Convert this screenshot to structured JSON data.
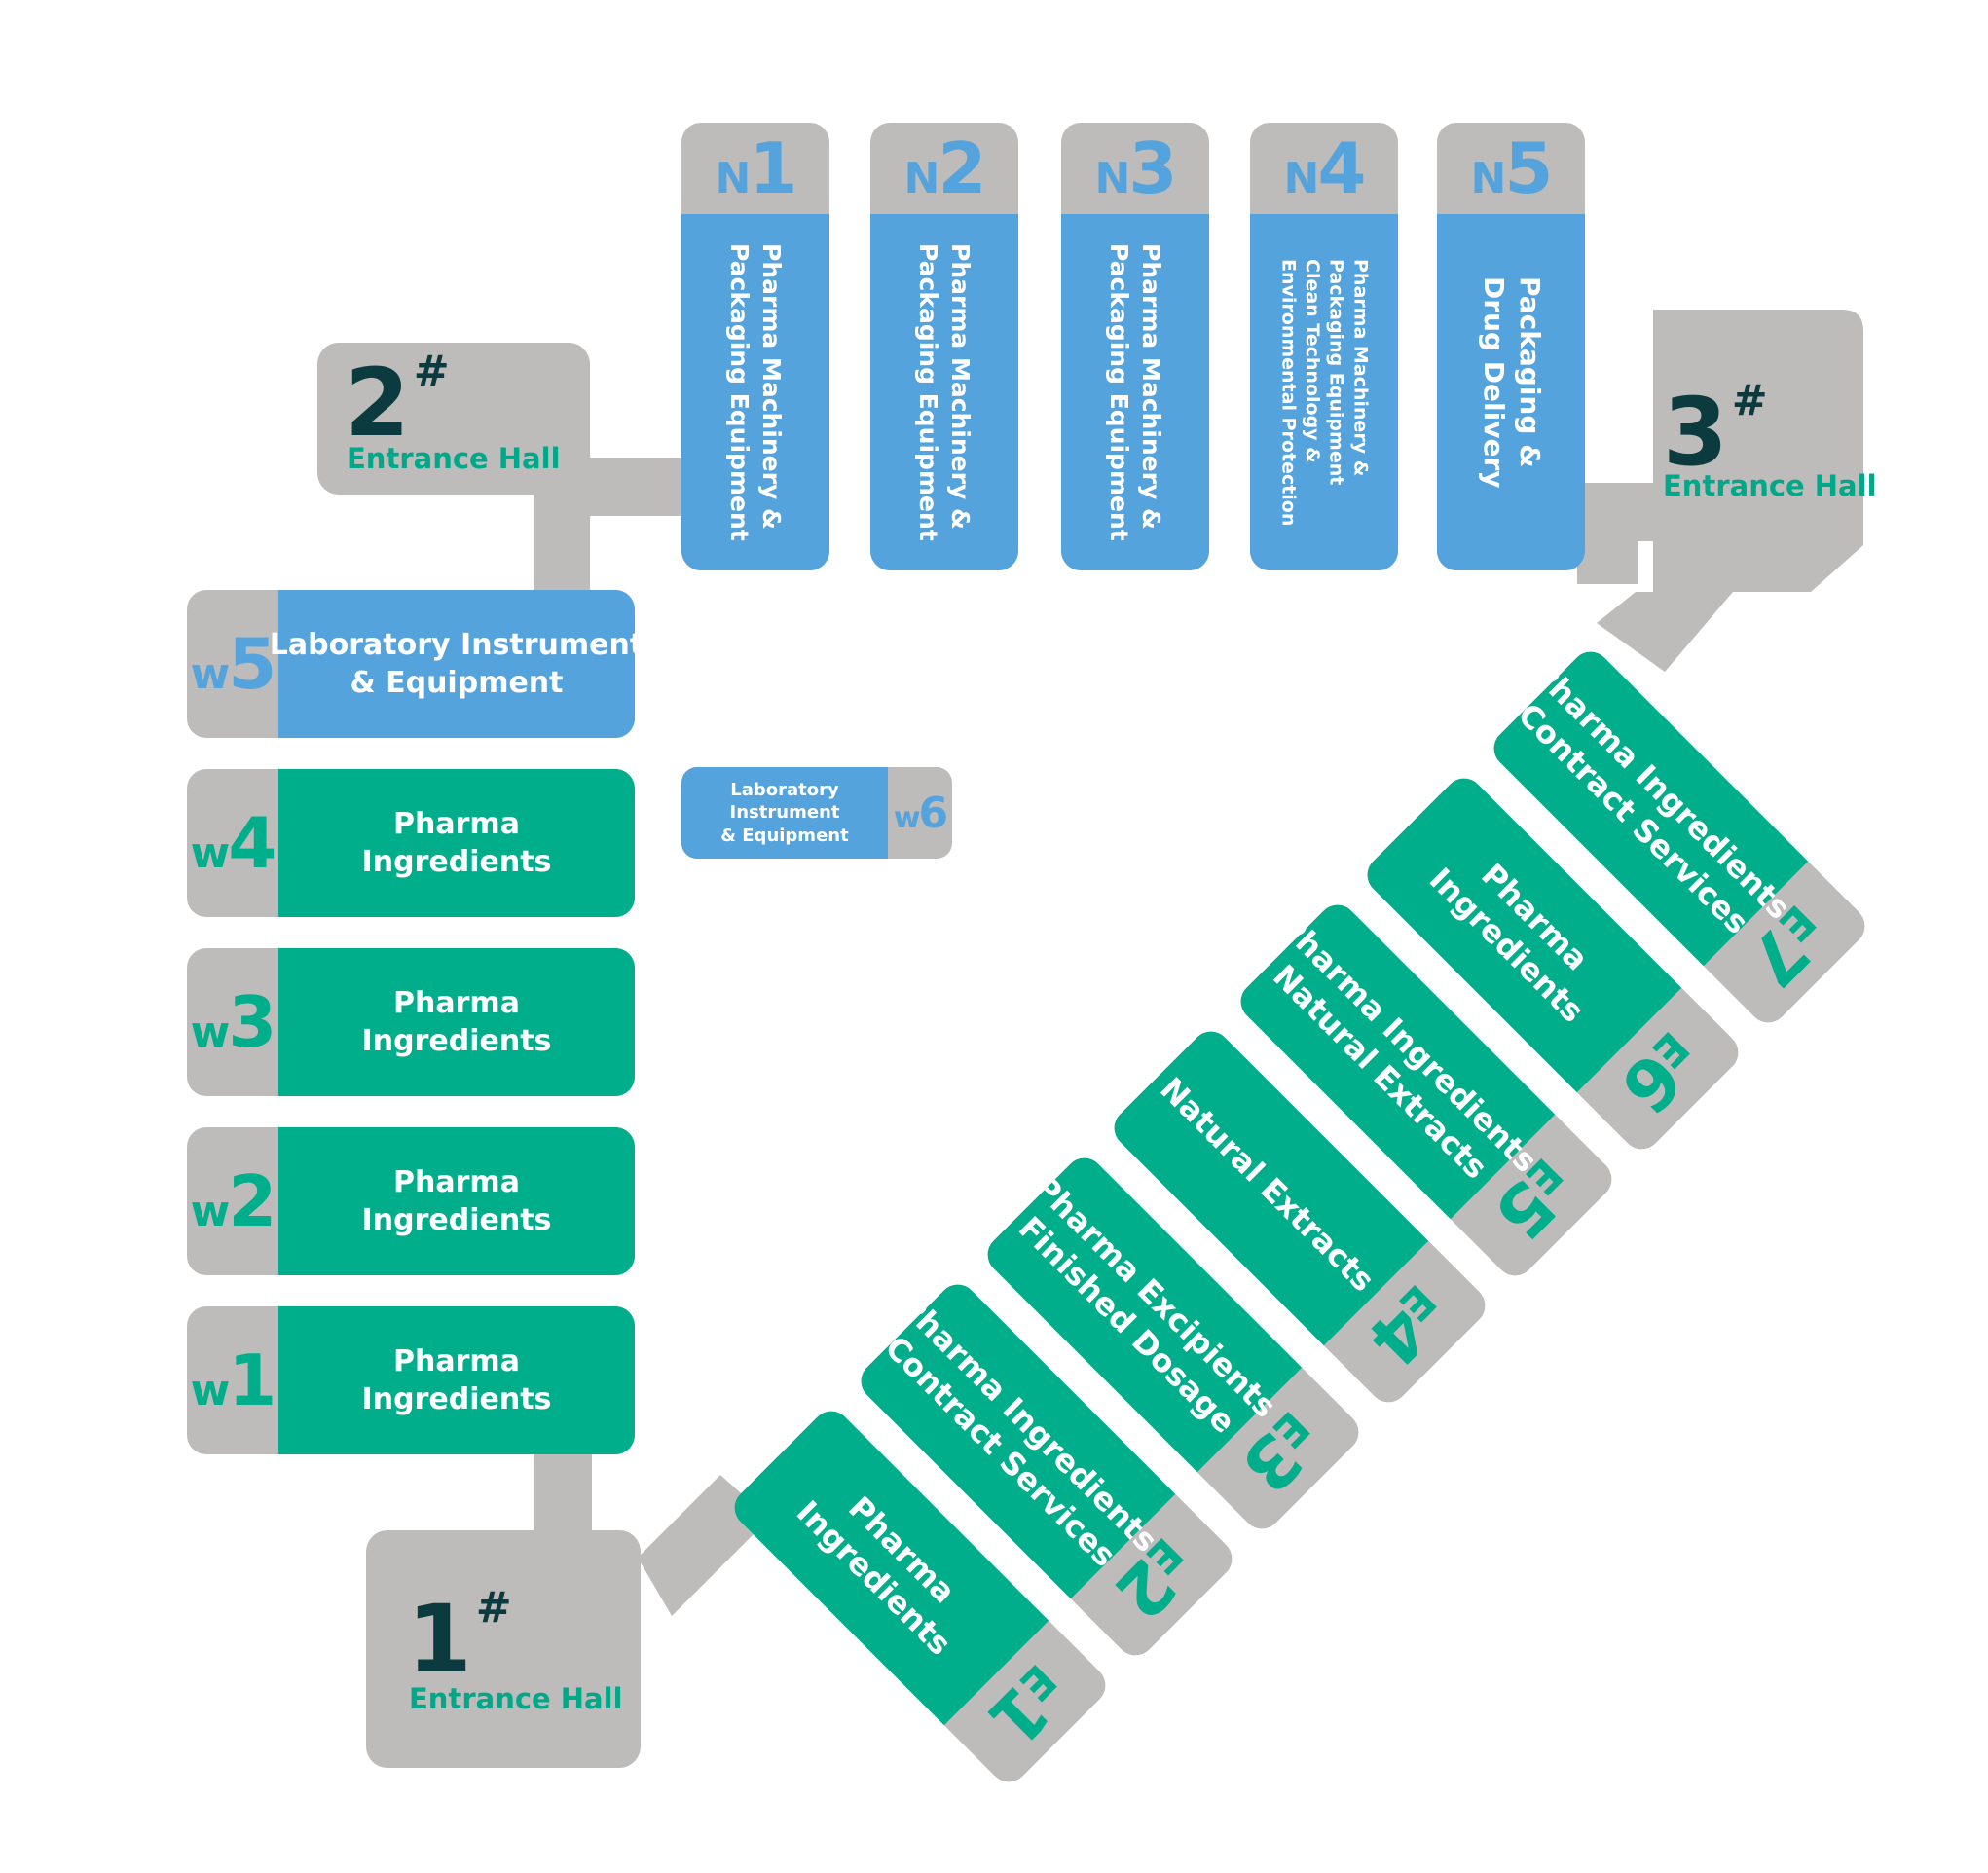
{
  "halls": {
    "h1": {
      "num": "1",
      "sup": "#",
      "label": "Entrance Hall"
    },
    "h2": {
      "num": "2",
      "sup": "#",
      "label": "Entrance Hall"
    },
    "h3": {
      "num": "3",
      "sup": "#",
      "label": "Entrance Hall"
    }
  },
  "north": [
    {
      "letter": "N",
      "num": "1",
      "name": "Pharma Machinery &\nPackaging Equipment"
    },
    {
      "letter": "N",
      "num": "2",
      "name": "Pharma Machinery &\nPackaging Equipment"
    },
    {
      "letter": "N",
      "num": "3",
      "name": "Pharma Machinery &\nPackaging Equipment"
    },
    {
      "letter": "N",
      "num": "4",
      "name": "Pharma Machinery &\nPackaging Equipment\nClean Technology &\nEnvironmental Protection"
    },
    {
      "letter": "N",
      "num": "5",
      "name": "Packaging &\nDrug Delivery"
    }
  ],
  "west": [
    {
      "letter": "w",
      "num": "5",
      "name": "Laboratory Instrument\n& Equipment"
    },
    {
      "letter": "w",
      "num": "4",
      "name": "Pharma\nIngredients"
    },
    {
      "letter": "w",
      "num": "3",
      "name": "Pharma\nIngredients"
    },
    {
      "letter": "w",
      "num": "2",
      "name": "Pharma\nIngredients"
    },
    {
      "letter": "w",
      "num": "1",
      "name": "Pharma\nIngredients"
    }
  ],
  "w6": {
    "letter": "w",
    "num": "6",
    "name": "Laboratory\nInstrument\n& Equipment"
  },
  "east": [
    {
      "letter": "E",
      "num": "1",
      "name": "Pharma\nIngredients"
    },
    {
      "letter": "E",
      "num": "2",
      "name": "Pharma Ingredients\nContract Services"
    },
    {
      "letter": "E",
      "num": "3",
      "name": "Pharma Excipients\nFinished Dosage"
    },
    {
      "letter": "E",
      "num": "4",
      "name": "Natural Extracts"
    },
    {
      "letter": "E",
      "num": "5",
      "name": "Pharma Ingredients\nNatural Extracts"
    },
    {
      "letter": "E",
      "num": "6",
      "name": "Pharma\nIngredients"
    },
    {
      "letter": "E",
      "num": "7",
      "name": "Pharma Ingredients\nContract Services"
    }
  ],
  "colors": {
    "teal": "#00ae8c",
    "blue": "#55a3dc",
    "gray": "#bdbcbb",
    "dark": "#0b3b3e"
  }
}
